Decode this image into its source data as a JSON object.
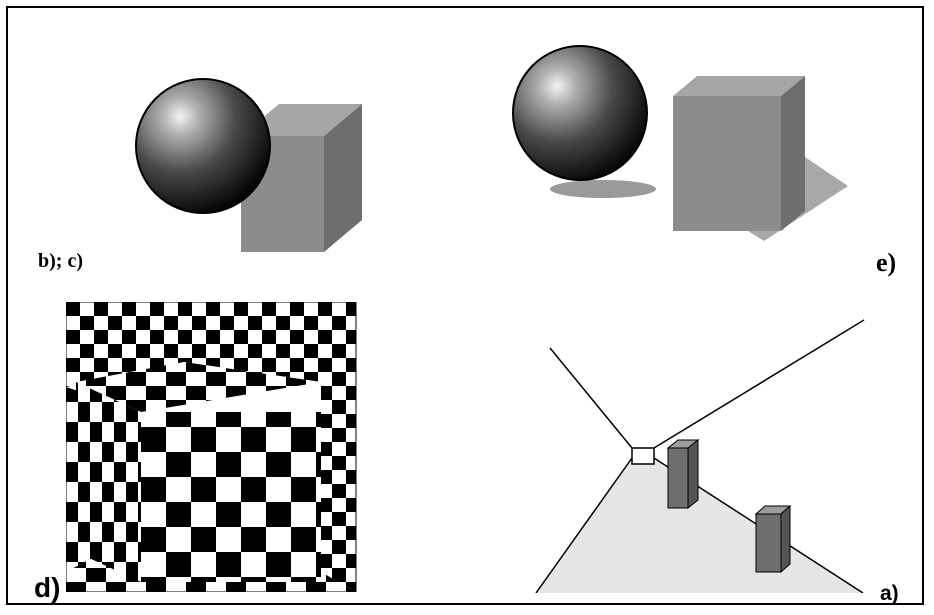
{
  "figure": {
    "labels": {
      "panel_bc": "b); c)",
      "panel_e": "e)",
      "panel_d": "d)",
      "panel_a": "a)"
    },
    "colors": {
      "sphere_highlight": "#f2f2f2",
      "sphere_dark": "#050505",
      "cube_top": "#a6a6a6",
      "cube_front": "#8c8c8c",
      "cube_side": "#6e6e6e",
      "shadow": "#9a9a9a",
      "floor": "#e6e6e6",
      "checker_dark": "#000000",
      "checker_light": "#ffffff",
      "box_front": "#6f6f6f",
      "box_top": "#9d9d9d",
      "box_side": "#555555"
    }
  }
}
